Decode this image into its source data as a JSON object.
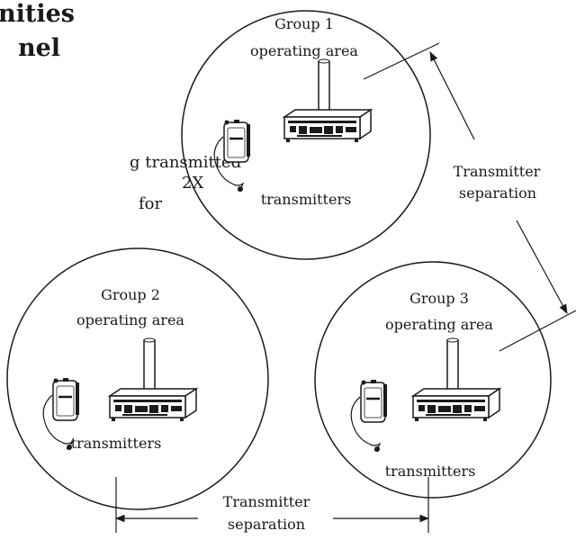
{
  "text_fragments": {
    "heading_line1": "nities",
    "heading_line2": "nel",
    "body_line1": "g transmitted",
    "body_line2": "2X",
    "body_line3": "for"
  },
  "groups": [
    {
      "title": "Group 1",
      "subtitle": "operating area",
      "caption": "transmitters"
    },
    {
      "title": "Group 2",
      "subtitle": "operating area",
      "caption": "transmitters"
    },
    {
      "title": "Group 3",
      "subtitle": "operating area",
      "caption": "transmitters"
    }
  ],
  "separation_labels": {
    "diagonal_line1": "Transmitter",
    "diagonal_line2": "separation",
    "horizontal_line1": "Transmitter",
    "horizontal_line2": "separation"
  },
  "colors": {
    "ink": "#1a1a1a",
    "paper": "#ffffff"
  },
  "icons": [
    "bodypack-transmitter-icon",
    "base-transmitter-icon"
  ]
}
